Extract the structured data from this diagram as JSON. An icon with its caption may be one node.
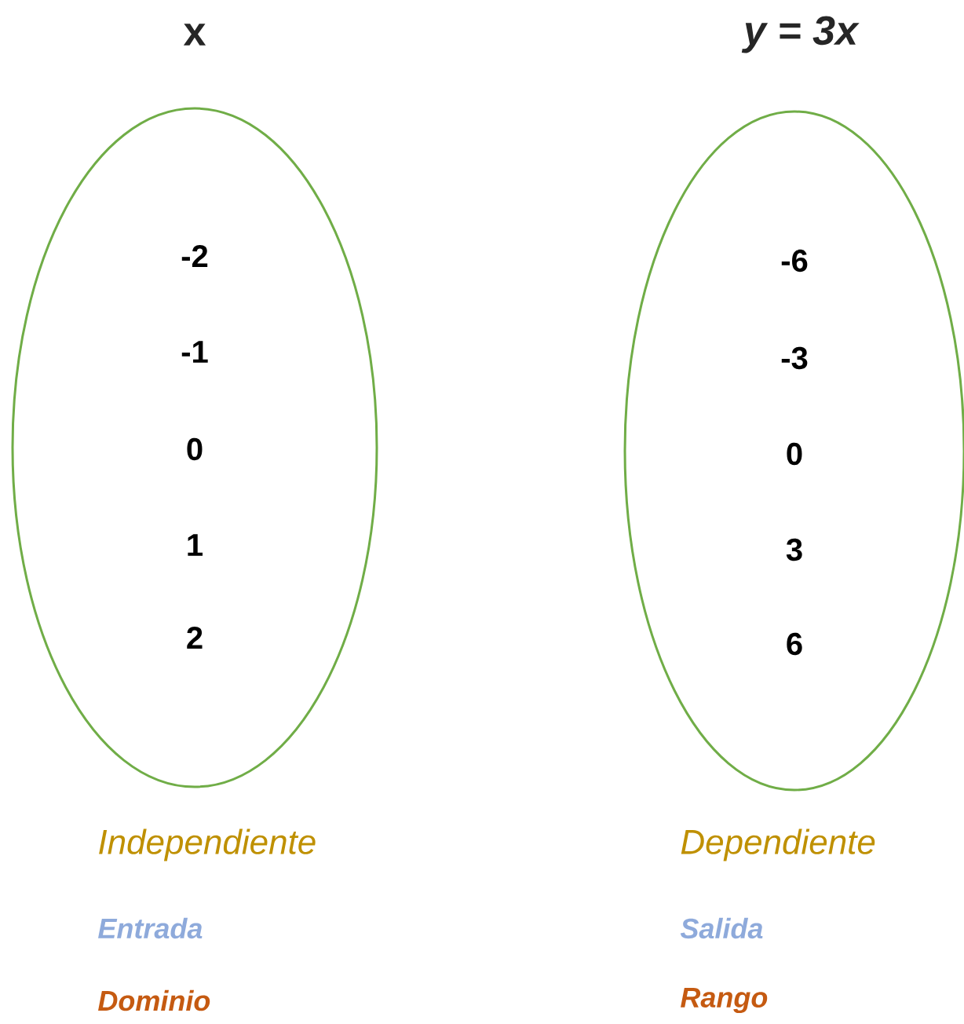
{
  "diagram": {
    "nodes": [
      {
        "text": [
          "x",
          "-2",
          "-1",
          "0",
          "1",
          "2"
        ],
        "beside": [
          "Independiente",
          "Entrada",
          "Dominio"
        ]
      },
      {
        "text": [
          "y = 3x",
          "-6",
          "-3",
          "0",
          "3",
          "6"
        ],
        "beside": [
          "Dependiente",
          "Salida",
          "Rango"
        ]
      }
    ]
  }
}
